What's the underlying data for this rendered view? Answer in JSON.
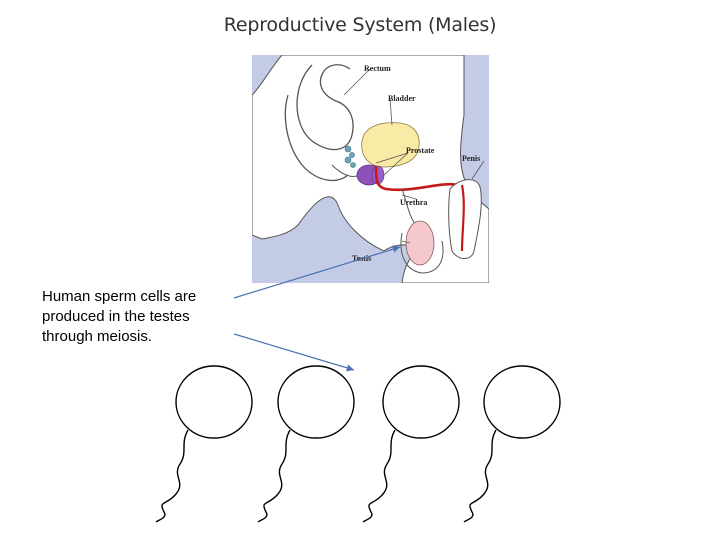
{
  "title": "Reproductive System (Males)",
  "labels": {
    "rectum": "Rectum",
    "bladder": "Bladder",
    "prostate": "Prostate",
    "penis": "Penis",
    "urethra": "Urethra",
    "testis": "Testis"
  },
  "caption": "Human sperm cells are produced in the testes through meiosis.",
  "colors": {
    "background_panel": "#c4cbe6",
    "bladder": "#f9eaa6",
    "prostate": "#8d52b8",
    "urethra": "#c41a1a",
    "testis": "#f4c8cc",
    "arrow": "#4a72b0"
  }
}
